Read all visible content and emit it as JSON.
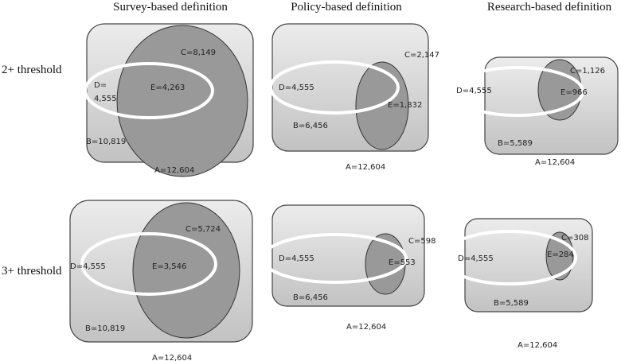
{
  "columns": [
    "Survey-based definition",
    "Policy-based definition",
    "Research-based definition"
  ],
  "rows": [
    "2+ threshold",
    "3+ threshold"
  ],
  "colors": {
    "box_fill_top": "#e8e8e8",
    "box_fill_bottom": "#c4c4c4",
    "set_c_fill": "#999999",
    "set_d_stroke": "#ffffff"
  },
  "panels": [
    {
      "A": "A=12,604",
      "B": "B=10,819",
      "C": "C=8,149",
      "D1": "D=",
      "D2": "4,555",
      "E": "E=4,263"
    },
    {
      "A": "A=12,604",
      "B": "B=6,456",
      "C": "C=2,147",
      "D": "D=4,555",
      "E": "E=1,832"
    },
    {
      "A": "A=12,604",
      "B": "B=5,589",
      "C": "C=1,126",
      "D": "D=4,555",
      "E": "E=966"
    },
    {
      "A": "A=12,604",
      "B": "B=10,819",
      "C": "C=5,724",
      "D": "D=4,555",
      "E": "E=3,546"
    },
    {
      "A": "A=12,604",
      "B": "B=6,456",
      "C": "C=598",
      "D": "D=4,555",
      "E": "E=553"
    },
    {
      "A": "A=12,604",
      "B": "B=5,589",
      "C": "C=308",
      "D": "D=4,555",
      "E": "E=284"
    }
  ]
}
